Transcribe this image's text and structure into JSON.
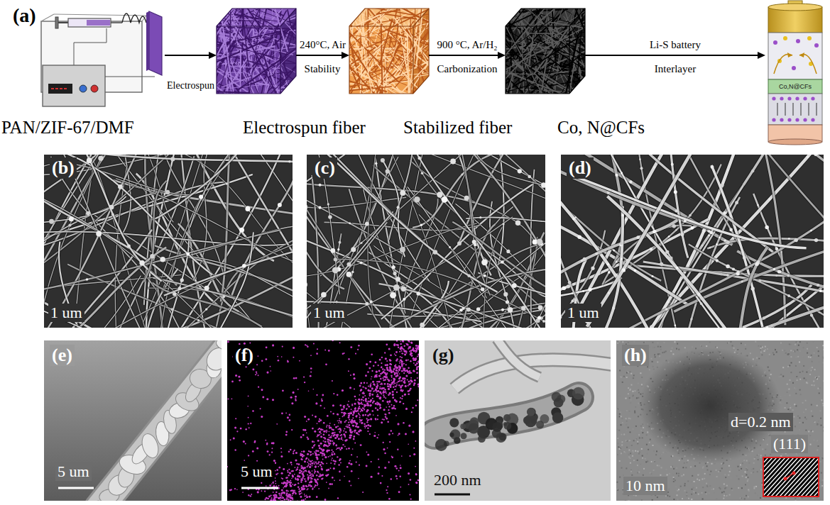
{
  "diagram": {
    "nodes": [
      {
        "text": [
          "PAN/ZIF-67/DMF"
        ]
      },
      {
        "text": [
          "Electrospun fiber"
        ]
      },
      {
        "text": [
          "Stabilized fiber"
        ]
      },
      {
        "text": [
          "Co, N@CFs"
        ]
      },
      {
        "text": [
          "Co,N@CFs"
        ]
      }
    ],
    "edges": [
      {
        "from": 0,
        "to": 1,
        "arrow": "to",
        "label": "Electrospun"
      },
      {
        "from": 1,
        "to": 2,
        "arrow": "to",
        "label": "240°C, Air"
      },
      {
        "from": 2,
        "to": 3,
        "arrow": "to",
        "label": "900 °C, Ar/H₂"
      },
      {
        "from": 3,
        "to": 4,
        "arrow": "to",
        "label": "Li-S battery"
      }
    ],
    "labels": [
      "(a)",
      "Stability",
      "Carbonization",
      "Interlayer",
      "(b)",
      "1 um",
      "(c)",
      "1 um",
      "(d)",
      "1 um",
      "(e)",
      "5 um",
      "(f)",
      "5 um",
      "(g)",
      "200 nm",
      "(h)",
      "10 nm",
      "d=0.2 nm",
      "(111)"
    ]
  }
}
